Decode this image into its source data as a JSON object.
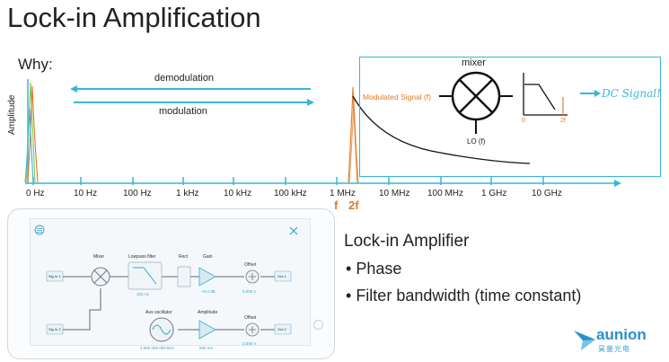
{
  "title": "Lock-in Amplification",
  "why": "Why:",
  "spectrum": {
    "ylabel": "Amplitude",
    "ticks": [
      "0 Hz",
      "10 Hz",
      "100 Hz",
      "1 kHz",
      "10 kHz",
      "100 kHz",
      "1 MHz",
      "10 MHz",
      "100 MHz",
      "1 GHz",
      "10 GHz"
    ],
    "f_label": "f",
    "f2_label": "2f",
    "demodulation": "demodulation",
    "modulation": "modulation"
  },
  "mixer_panel": {
    "label": "mixer",
    "input": "Modulated Signal (f)",
    "lo": "LO (f)",
    "output": "DC Signal!",
    "filter_x0": "0",
    "filter_x1": "2f"
  },
  "app": {
    "mixer": "Mixer",
    "lowpass": "Lowpass filter",
    "rect": "Rect",
    "gain": "Gain",
    "offset": "Offset",
    "aux": "Aux oscillator",
    "amplitude": "Amplitude",
    "offset2": "Offset",
    "in1": "Sig In 1",
    "in2": "Sig In 2",
    "out1": "Out 1",
    "out2": "Out 2",
    "lp_val": "100 Hz",
    "gain_val": "+0.0 dB",
    "off_val": "0.000 V",
    "osc_val": "1.000 000 000 kHz",
    "amp_val": "500 mV",
    "off2_val": "0.000 V"
  },
  "lock_in": {
    "title": "Lock-in Amplifier",
    "bullets": [
      "Phase",
      "Filter bandwidth (time constant)"
    ]
  },
  "logo": {
    "name": "aunion",
    "sub": "昊量光电"
  },
  "colors": {
    "accent": "#39b6d7",
    "orange": "#e07a2a",
    "green": "#8bc34a"
  }
}
